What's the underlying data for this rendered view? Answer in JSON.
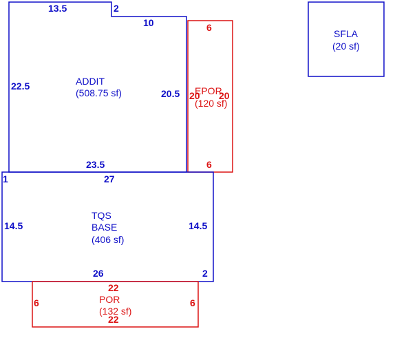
{
  "colors": {
    "blue": "#1010c8",
    "red": "#dc1414",
    "background": "#ffffff"
  },
  "areas": {
    "addit": {
      "name": "ADDIT",
      "area": "(508.75 sf)",
      "dims": {
        "top": "13.5",
        "notch": "2",
        "top_right": "10",
        "left": "22.5",
        "right": "20.5",
        "bottom": "23.5"
      }
    },
    "epor": {
      "name": "EPOR",
      "area": "(120 sf)",
      "dims": {
        "top": "6",
        "left": "20",
        "right": "20",
        "bottom": "6"
      }
    },
    "base": {
      "name_line1": "TQS",
      "name_line2": "BASE",
      "area": "(406 sf)",
      "dims": {
        "corner_left": "1",
        "top": "27",
        "left": "14.5",
        "right": "14.5",
        "bottom": "26",
        "corner_right": "2"
      }
    },
    "por": {
      "name": "POR",
      "area": "(132 sf)",
      "dims": {
        "top": "22",
        "left": "6",
        "right": "6",
        "bottom": "22"
      }
    },
    "sfla": {
      "name": "SFLA",
      "area": "(20 sf)"
    }
  }
}
